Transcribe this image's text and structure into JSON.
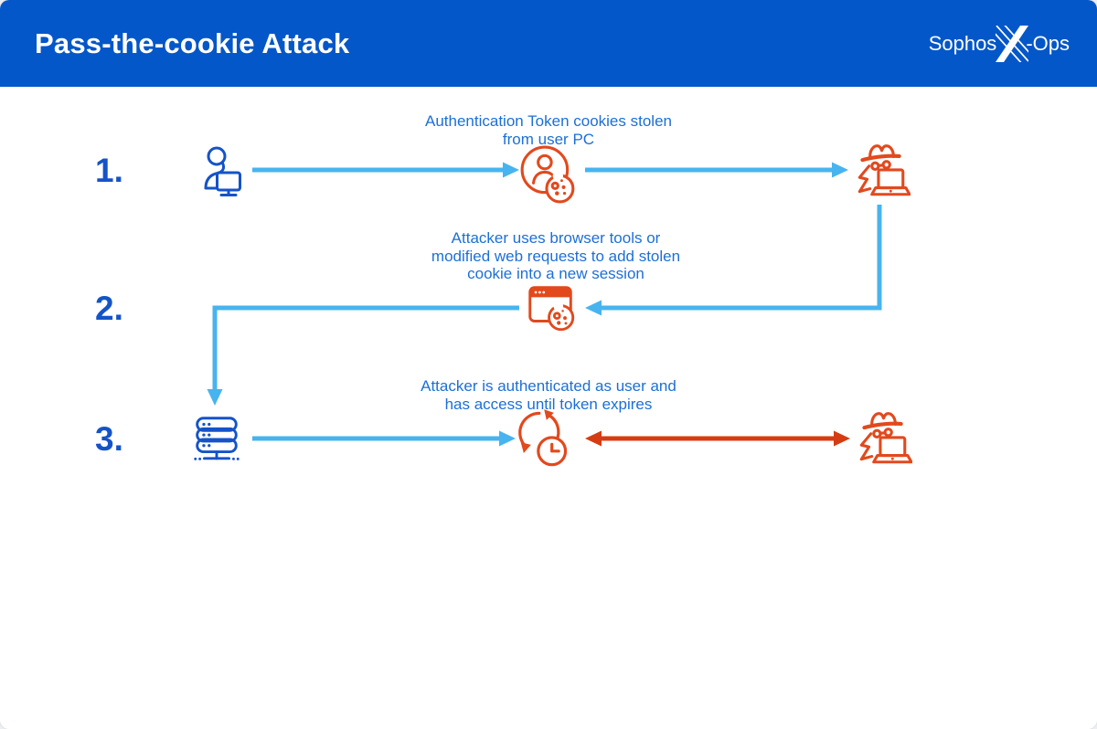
{
  "header": {
    "title": "Pass-the-cookie Attack",
    "brand": {
      "prefix": "Sophos",
      "suffix": "-Ops",
      "x_icon": "sophos-x-icon"
    }
  },
  "steps": [
    {
      "number": "1.",
      "caption": "Authentication Token cookies stolen\nfrom user PC"
    },
    {
      "number": "2.",
      "caption": "Attacker uses browser tools or\nmodified web requests to add stolen\ncookie into a new session"
    },
    {
      "number": "3.",
      "caption": "Attacker is authenticated as user and\nhas access until token expires"
    }
  ],
  "icons": [
    "user-pc-icon",
    "user-cookie-icon",
    "hacker-laptop-icon",
    "browser-cookie-icon",
    "server-icon",
    "clock-refresh-icon",
    "hacker-laptop-icon"
  ],
  "colors": {
    "header_bg": "#0457C8",
    "title_text": "#FFFFFF",
    "step_number": "#1553C8",
    "caption_text": "#1C6FD8",
    "blue_icon": "#1553C8",
    "orange_icon": "#E2491D",
    "flow_arrow_blue": "#47B4EF",
    "flow_arrow_red": "#D63C12"
  }
}
